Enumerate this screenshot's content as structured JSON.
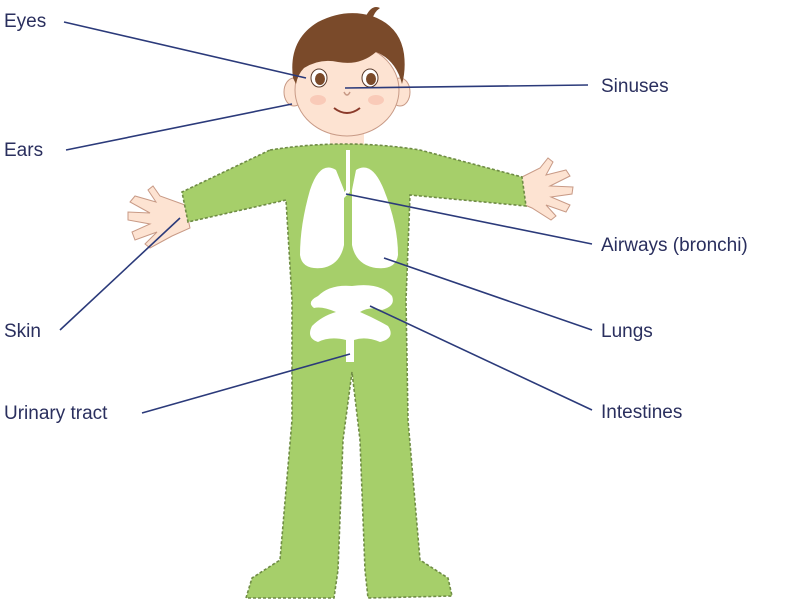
{
  "labels": {
    "eyes": "Eyes",
    "ears": "Ears",
    "skin": "Skin",
    "urinary_tract": "Urinary tract",
    "sinuses": "Sinuses",
    "airways": "Airways (bronchi)",
    "lungs": "Lungs",
    "intestines": "Intestines"
  },
  "colors": {
    "suit": "#a6cf6a",
    "suit_outline": "#6f8c45",
    "skin": "#fde3d2",
    "hair": "#7a4a2a",
    "organs": "#ffffff",
    "label_text": "#2a2f5e",
    "leader_line": "#2b3a7a"
  }
}
